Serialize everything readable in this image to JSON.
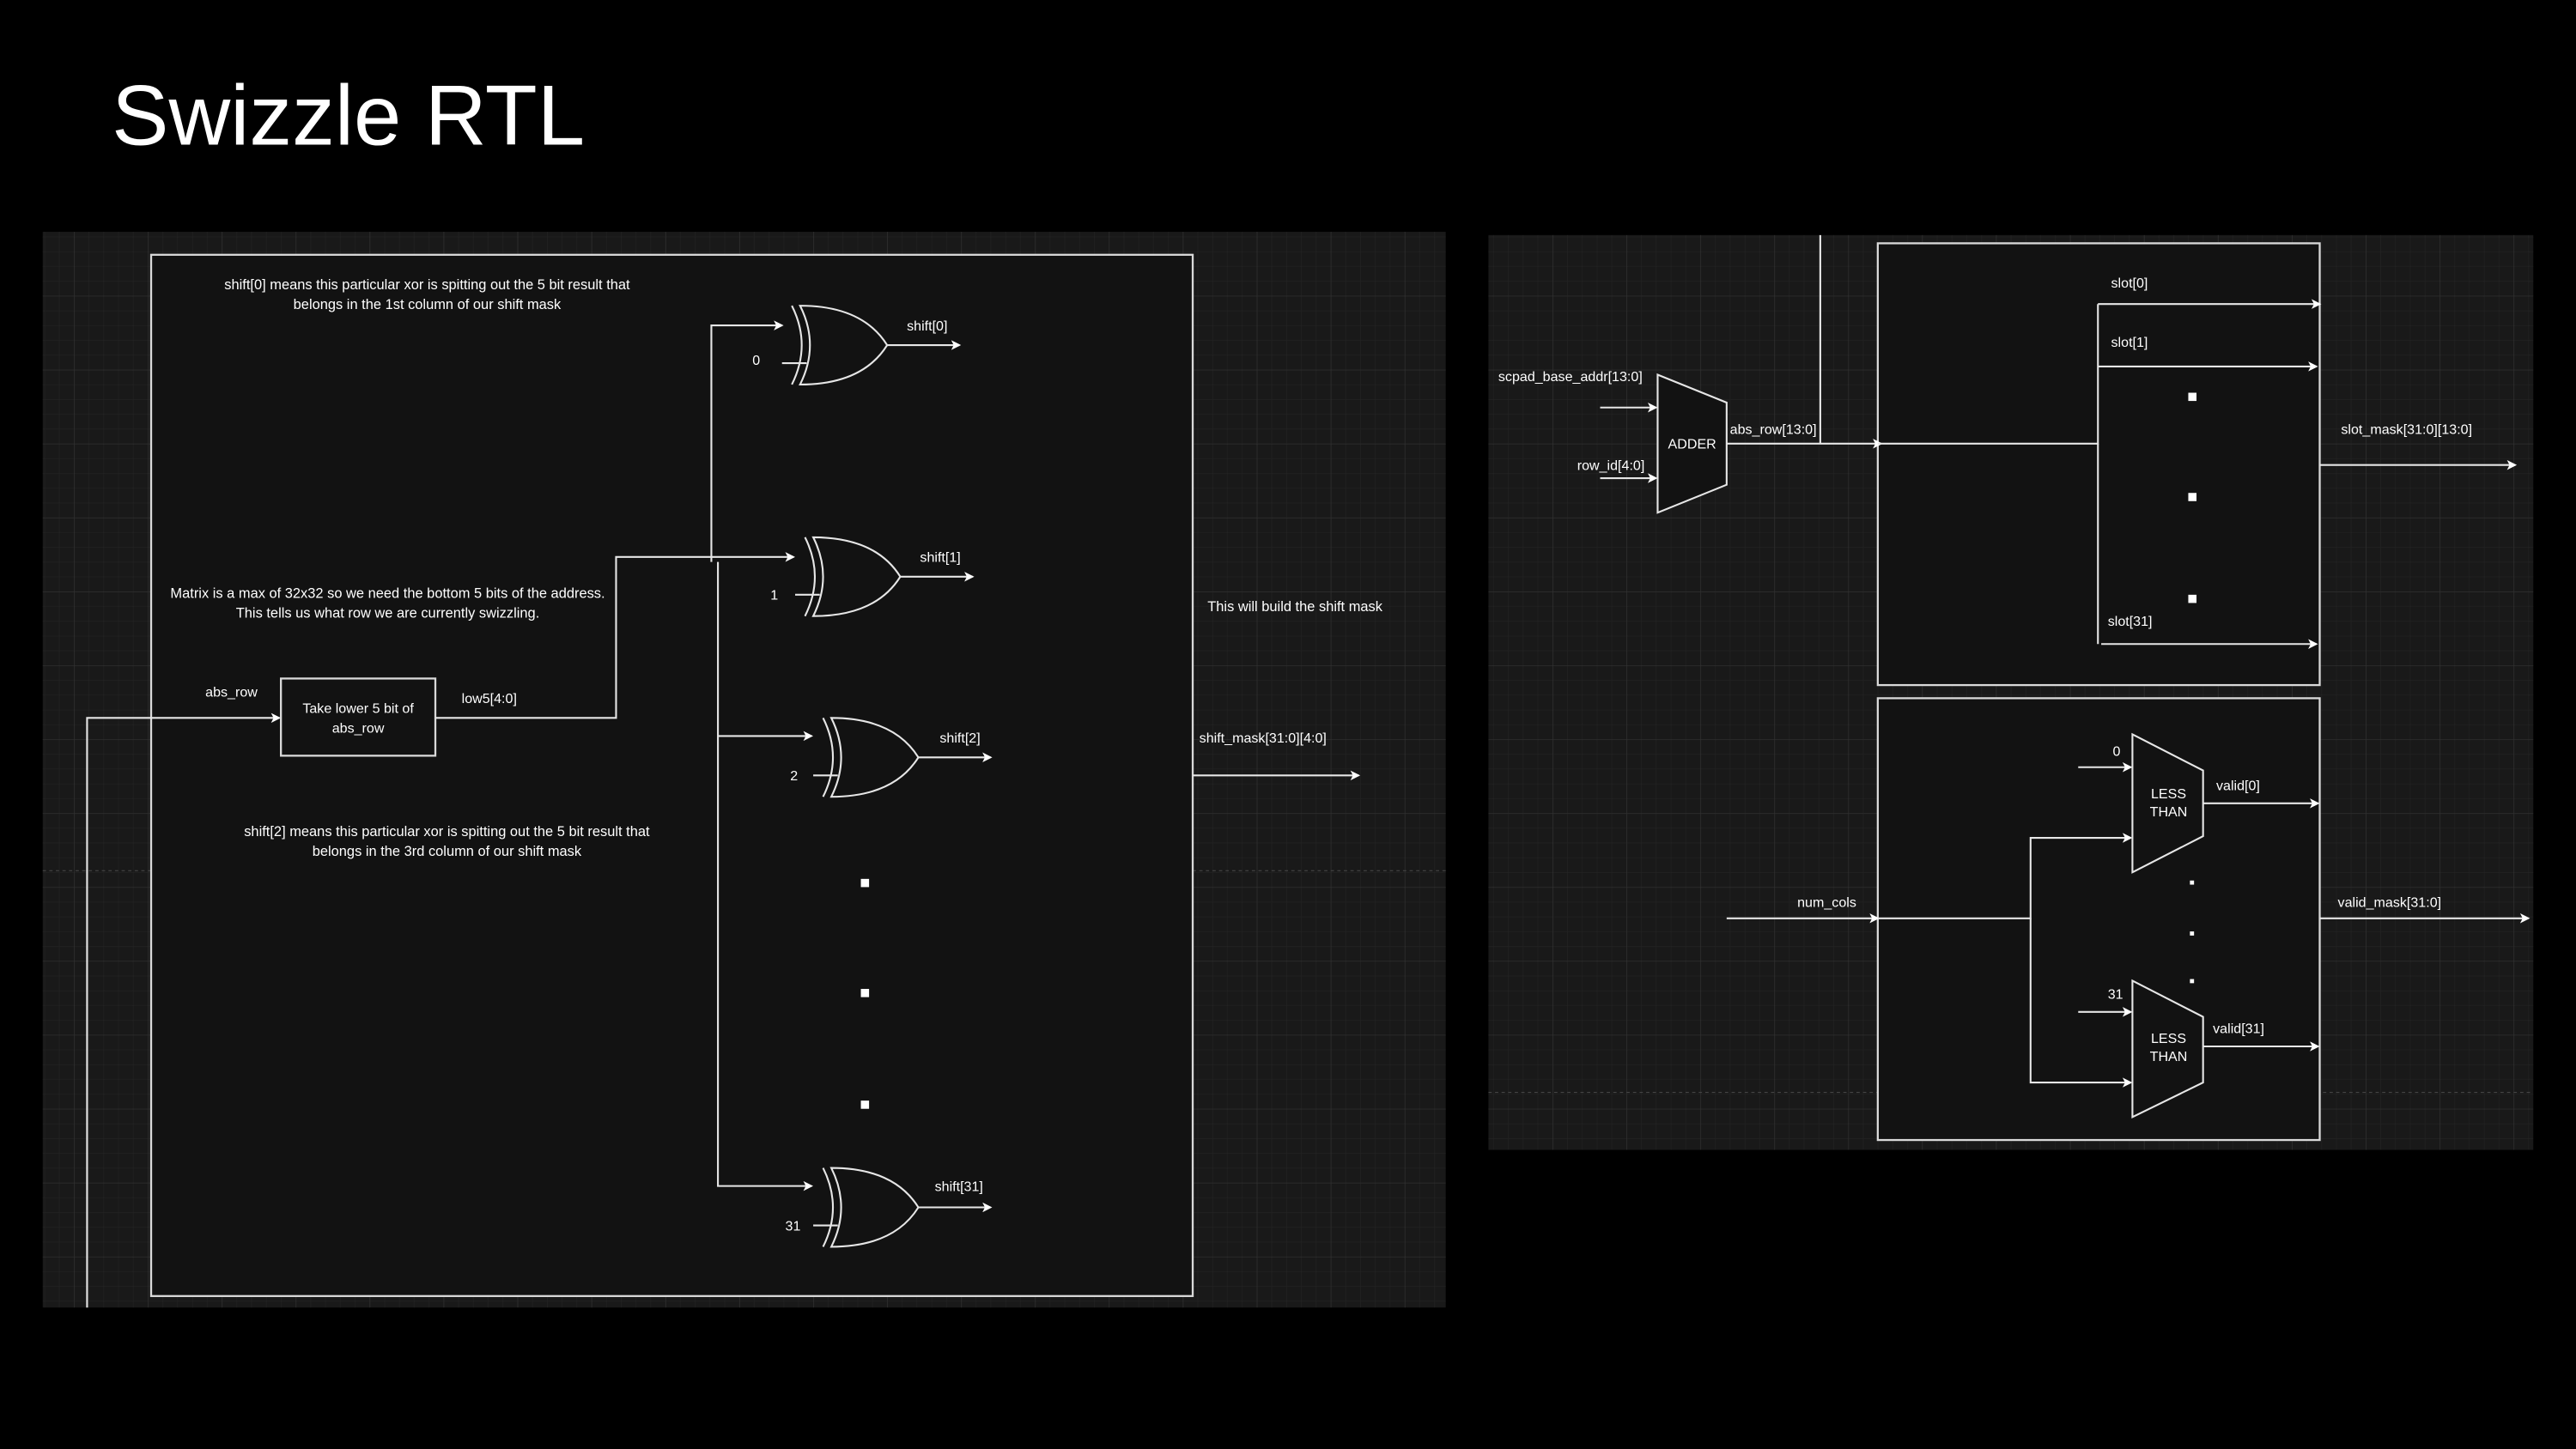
{
  "slide": {
    "title": "Swizzle RTL"
  },
  "left_diagram": {
    "note_shift0": [
      "shift[0] means this particular xor is spitting out the 5 bit result that",
      "belongs in the 1st column of our shift mask"
    ],
    "note_matrix": [
      "Matrix is a max of 32x32 so we need the bottom 5 bits of the address.",
      "This tells us what row we are currently swizzling."
    ],
    "note_shift2": [
      "shift[2] means this particular xor is spitting out the 5 bit result that",
      "belongs in the 3rd column of our shift mask"
    ],
    "note_build": "This will build the shift mask",
    "input_label": "abs_row",
    "block_label": [
      "Take lower 5 bit of",
      "abs_row"
    ],
    "low5_label": "low5[4:0]",
    "output_label": "shift_mask[31:0][4:0]",
    "gates": [
      {
        "const": "0",
        "out": "shift[0]"
      },
      {
        "const": "1",
        "out": "shift[1]"
      },
      {
        "const": "2",
        "out": "shift[2]"
      },
      {
        "const": "31",
        "out": "shift[31]"
      }
    ]
  },
  "right_diagram": {
    "in_base": "scpad_base_addr[13:0]",
    "in_row": "row_id[4:0]",
    "adder": "ADDER",
    "abs_row": "abs_row[13:0]",
    "slots": [
      "slot[0]",
      "slot[1]",
      "slot[31]"
    ],
    "slot_mask": "slot_mask[31:0][13:0]",
    "num_cols": "num_cols",
    "comparators": [
      {
        "const": "0",
        "label": [
          "LESS",
          "THAN"
        ],
        "out": "valid[0]"
      },
      {
        "const": "31",
        "label": [
          "LESS",
          "THAN"
        ],
        "out": "valid[31]"
      }
    ],
    "valid_mask": "valid_mask[31:0]"
  }
}
